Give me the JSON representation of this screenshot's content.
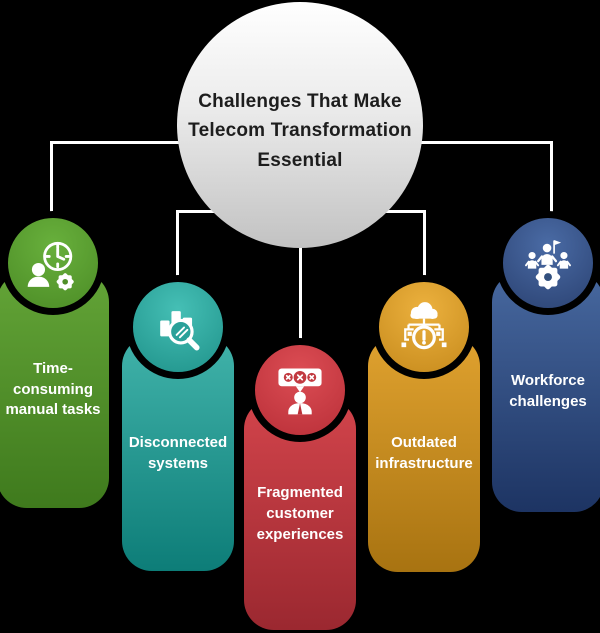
{
  "header": {
    "title": "Challenges That Make Telecom Transformation Essential"
  },
  "challenges": [
    {
      "label": "Time-consuming manual tasks",
      "icon": "person-clock-gear-icon",
      "color": "#579d2e"
    },
    {
      "label": "Disconnected systems",
      "icon": "bars-magnifier-icon",
      "color": "#2aa49b"
    },
    {
      "label": "Fragmented customer experiences",
      "icon": "person-error-bubble-icon",
      "color": "#c73c43"
    },
    {
      "label": "Outdated infrastructure",
      "icon": "cloud-network-warning-icon",
      "color": "#d1952a"
    },
    {
      "label": "Workforce challenges",
      "icon": "team-on-gear-flag-icon",
      "color": "#3c5a94"
    }
  ]
}
